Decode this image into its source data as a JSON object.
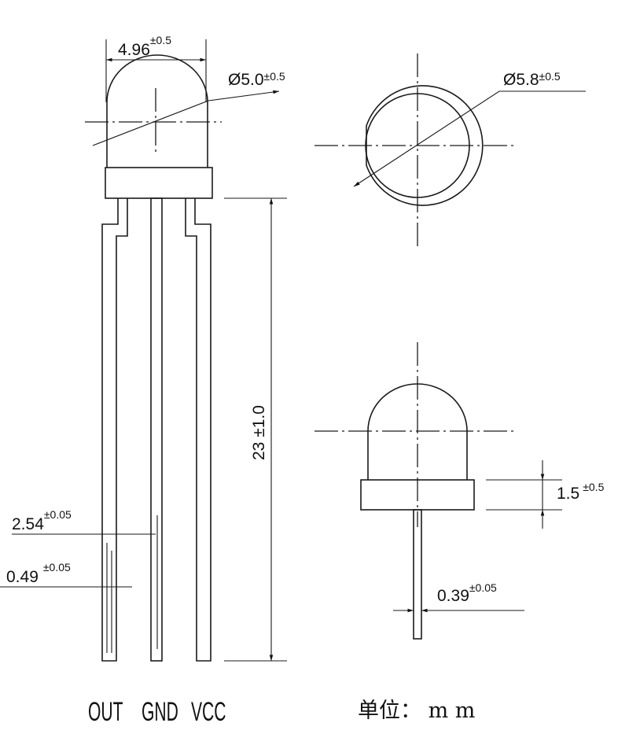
{
  "title": "LED sensor module dimension drawing",
  "dimensions": {
    "width": {
      "value": "4.96",
      "tol": "±0.5"
    },
    "dome_diameter": {
      "value": "Ø5.0",
      "tol": "±0.5"
    },
    "flange_diameter": {
      "value": "Ø5.8",
      "tol": "±0.5"
    },
    "lead_length": {
      "value": "23 ±1.0"
    },
    "pitch": {
      "value": "2.54",
      "tol": "±0.05"
    },
    "lead_width": {
      "value": "0.49",
      "tol": "±0.05"
    },
    "flange_height": {
      "value": "1.5",
      "tol": "±0.5"
    },
    "lead_thickness": {
      "value": "0.39",
      "tol": "±0.05"
    }
  },
  "pins": [
    "OUT",
    "GND",
    "VCC"
  ],
  "units_label": "单位： m m"
}
